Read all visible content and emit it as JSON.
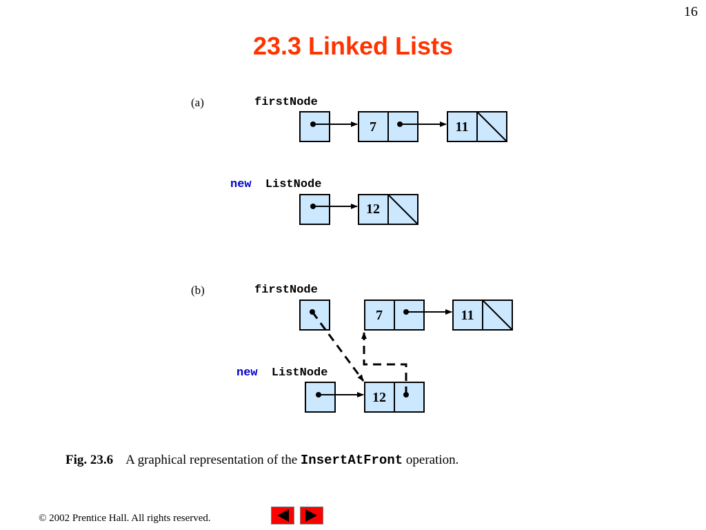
{
  "page_number": "16",
  "title": "23.3  Linked Lists",
  "colors": {
    "title": "#ff3300",
    "node_fill": "#cce8ff",
    "keyword": "#0000cc",
    "nav_button": "#ff0000"
  },
  "part_a": {
    "label": "(a)",
    "first_node_label": "firstNode",
    "new_keyword": "new",
    "list_node_label": "ListNode",
    "list_values": [
      "7",
      "11"
    ],
    "new_node_value": "12"
  },
  "part_b": {
    "label": "(b)",
    "first_node_label": "firstNode",
    "new_keyword": "new",
    "list_node_label": "ListNode",
    "list_values": [
      "7",
      "11"
    ],
    "new_node_value": "12"
  },
  "caption": {
    "fig_label": "Fig. 23.6",
    "text_before": "A graphical representation of the ",
    "code": "InsertAtFront",
    "text_after": " operation."
  },
  "footer": {
    "copyright": "© 2002 Prentice Hall.  All rights reserved."
  },
  "nav": {
    "prev_icon": "left-arrow-icon",
    "next_icon": "right-arrow-icon"
  }
}
